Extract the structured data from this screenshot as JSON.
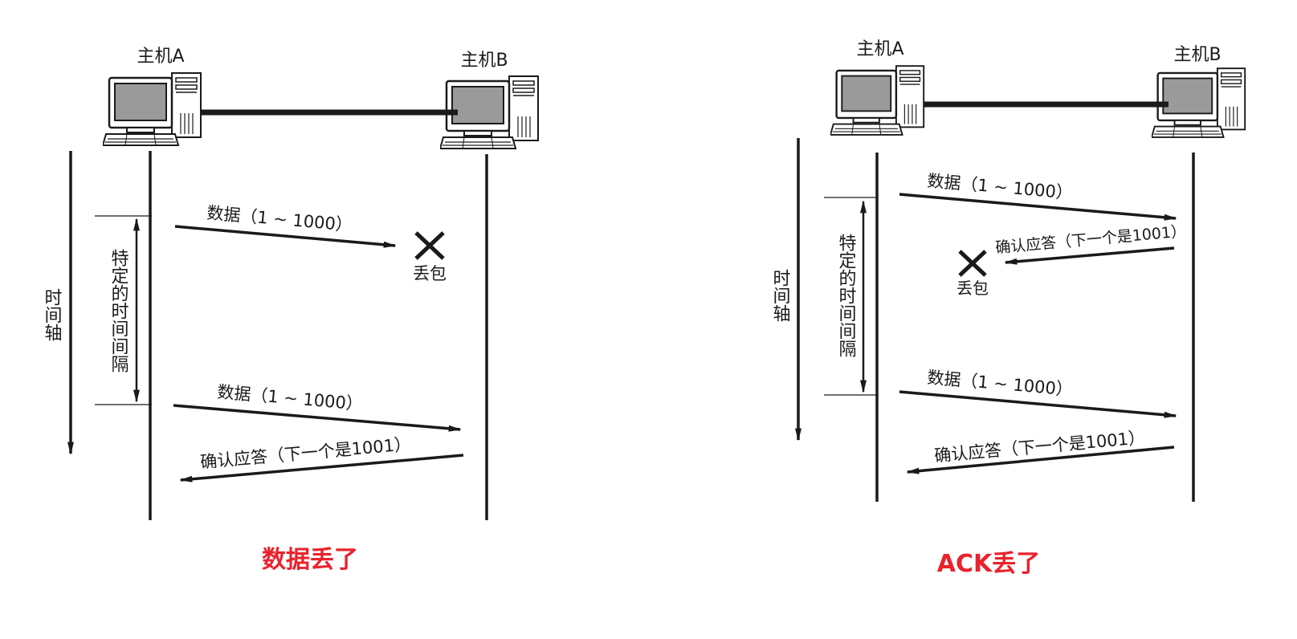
{
  "colors": {
    "ink": "#1a1a1a",
    "caption": "#e8232d",
    "screen": "#9a9a9a",
    "background": "#ffffff"
  },
  "icons": {
    "host": "computer-icon",
    "loss": "cross-icon"
  },
  "left_diagram": {
    "host_a": "主机A",
    "host_b": "主机B",
    "time_axis": "时间轴",
    "interval": "特定的时间间隔",
    "msg_data_1": "数据（1 ~ 1000）",
    "loss": "丢包",
    "msg_data_2": "数据（1 ~ 1000）",
    "msg_ack": "确认应答（下一个是1001）",
    "caption": "数据丢了"
  },
  "right_diagram": {
    "host_a": "主机A",
    "host_b": "主机B",
    "time_axis": "时间轴",
    "interval": "特定的时间间隔",
    "msg_data_1": "数据（1 ~ 1000）",
    "msg_ack_1": "确认应答（下一个是1001）",
    "loss": "丢包",
    "msg_data_2": "数据（1 ~ 1000）",
    "msg_ack_2": "确认应答（下一个是1001）",
    "caption": "ACK丢了"
  }
}
